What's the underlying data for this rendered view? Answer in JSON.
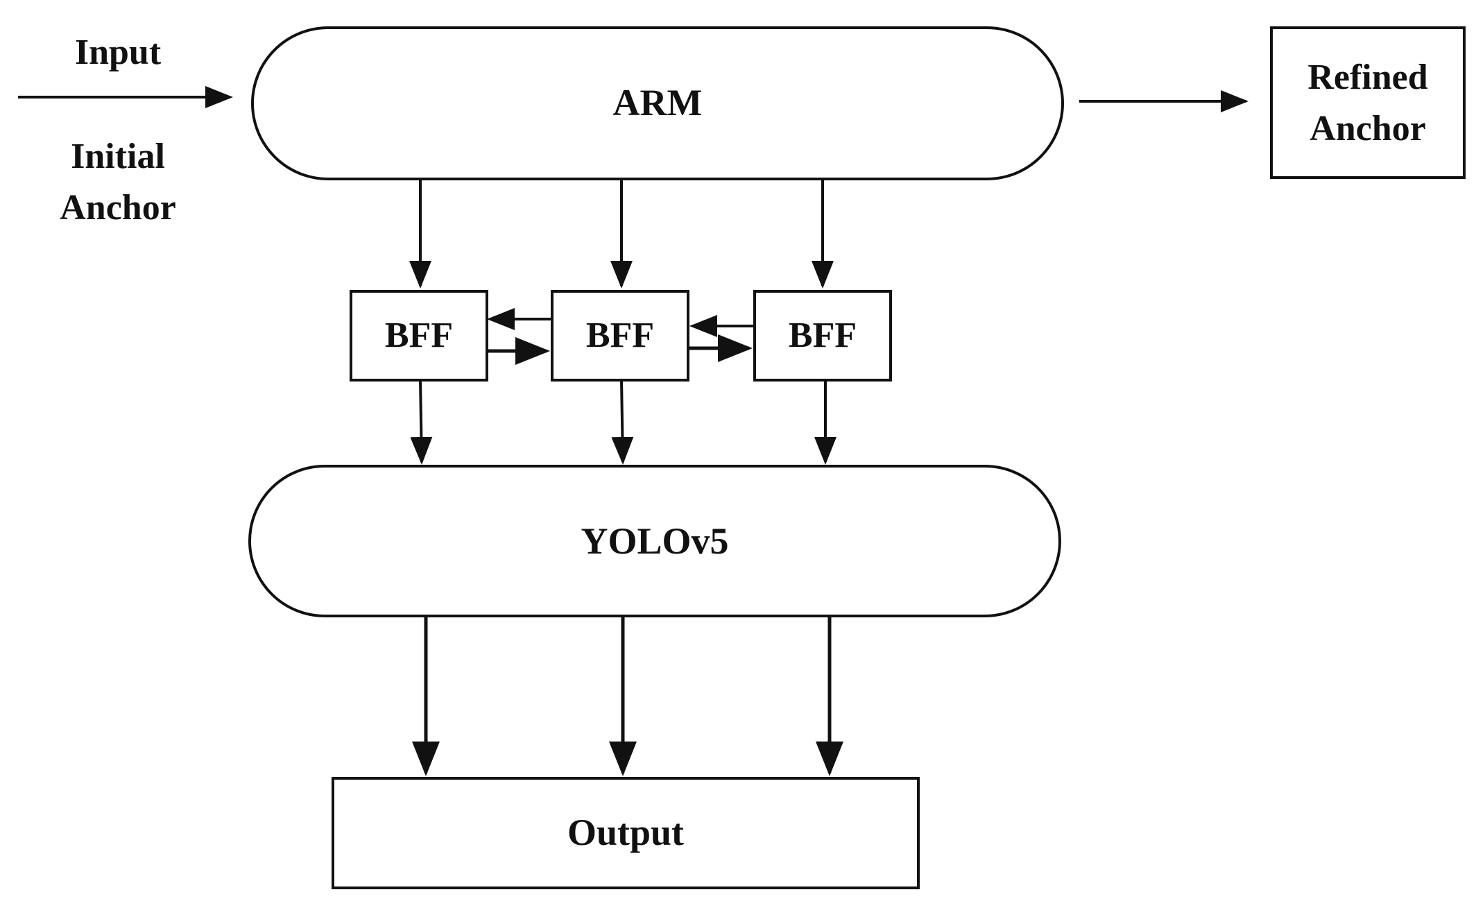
{
  "diagram": {
    "input_label": "Input",
    "initial_anchor_line1": "Initial",
    "initial_anchor_line2": "Anchor",
    "arm_label": "ARM",
    "refined_anchor_line1": "Refined",
    "refined_anchor_line2": "Anchor",
    "bff_left_label": "BFF",
    "bff_middle_label": "BFF",
    "bff_right_label": "BFF",
    "yolo_label": "YOLOv5",
    "output_label": "Output"
  },
  "colors": {
    "stroke": "#111111",
    "background": "#ffffff",
    "text": "#111111"
  }
}
